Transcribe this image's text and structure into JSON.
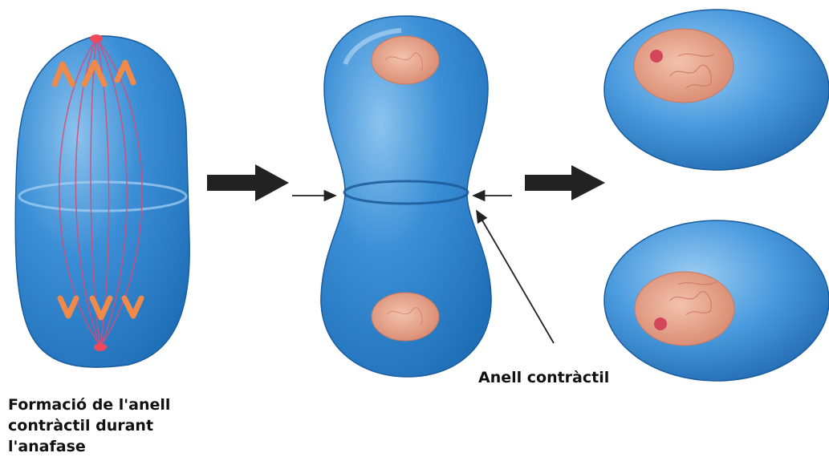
{
  "labels": {
    "contractile_ring": "Anell contràctil",
    "caption": "Formació de l'anell\ncontràctil durant\nl'anafase"
  },
  "colors": {
    "cell_blue_dark": "#1f6fb8",
    "cell_blue": "#3b8fd6",
    "cell_blue_light": "#8cc3ee",
    "nucleus": "#e7a089",
    "chromosome": "#f08a4b",
    "centrosome": "#ee4a5c",
    "spindle": "#d94b73",
    "arrow": "#222222"
  },
  "icons": {
    "big_arrow_1": "arrow-right-thick",
    "big_arrow_2": "arrow-right-thick",
    "pointer_left": "arrow-right-thin",
    "pointer_right": "arrow-left-thin",
    "ring_pointer": "arrow-up-left-thin"
  }
}
